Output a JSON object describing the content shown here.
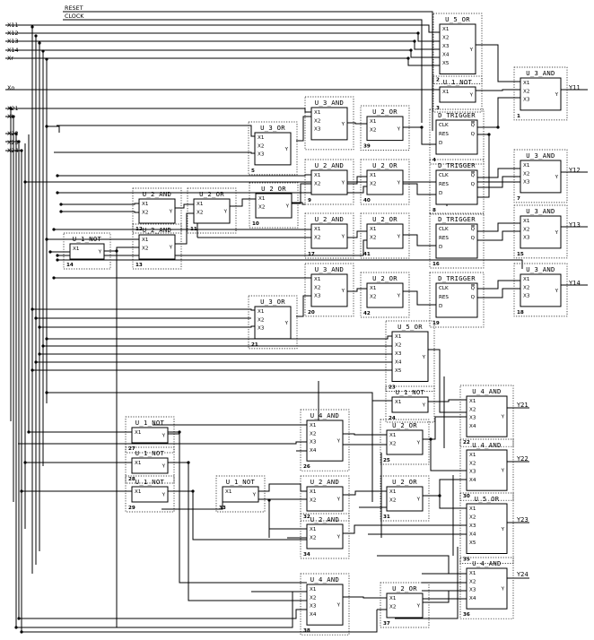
{
  "inputs": [
    "RESET",
    "CLOCK",
    "X11",
    "X12",
    "X13",
    "X14",
    "Xr",
    "Xo",
    "X21",
    "Xl",
    "X22",
    "X23",
    "X24"
  ],
  "outputs": [
    "Y11",
    "Y12",
    "Y13",
    "Y14",
    "Y21",
    "Y22",
    "Y23",
    "Y24"
  ],
  "pin_labels": {
    "and_or": [
      "X1",
      "X2",
      "X3",
      "X4",
      "X5"
    ],
    "trigger": [
      "CLK",
      "RES",
      "D"
    ],
    "y": "Y",
    "q": "Q",
    "qn": "Q"
  },
  "gates": [
    {
      "type": "U_5_OR",
      "num": "2"
    },
    {
      "type": "U_3_AND",
      "num": "1"
    },
    {
      "type": "U_1_NOT",
      "num": "3"
    },
    {
      "type": "U_3_AND",
      "num": ""
    },
    {
      "type": "U_2_OR",
      "num": "39"
    },
    {
      "type": "U_3_OR",
      "num": "5"
    },
    {
      "type": "D_TRIGGER",
      "num": "4"
    },
    {
      "type": "U_2_AND",
      "num": "9"
    },
    {
      "type": "U_2_OR",
      "num": "40"
    },
    {
      "type": "D_TRIGGER",
      "num": "8"
    },
    {
      "type": "U_3_AND",
      "num": "7"
    },
    {
      "type": "U_2_AND",
      "num": "12"
    },
    {
      "type": "U_2_OR",
      "num": "11"
    },
    {
      "type": "U_2_OR",
      "num": "10"
    },
    {
      "type": "U_1_NOT",
      "num": "14"
    },
    {
      "type": "U_2_AND",
      "num": "13"
    },
    {
      "type": "U_2_AND",
      "num": "17"
    },
    {
      "type": "U_2_OR",
      "num": "41"
    },
    {
      "type": "D_TRIGGER",
      "num": "16"
    },
    {
      "type": "U_3_AND",
      "num": "15"
    },
    {
      "type": "U_3_AND",
      "num": "20"
    },
    {
      "type": "U_2_OR",
      "num": "42"
    },
    {
      "type": "D_TRIGGER",
      "num": "19"
    },
    {
      "type": "U_3_AND",
      "num": "18"
    },
    {
      "type": "U_3_OR",
      "num": "21"
    },
    {
      "type": "U_5_OR",
      "num": "23"
    },
    {
      "type": "U_1_NOT",
      "num": "24"
    },
    {
      "type": "U_4_AND",
      "num": "22"
    },
    {
      "type": "U_1_NOT",
      "num": "27"
    },
    {
      "type": "U_4_AND",
      "num": "26"
    },
    {
      "type": "U_2_OR",
      "num": "25"
    },
    {
      "type": "U_1_NOT",
      "num": "28"
    },
    {
      "type": "U_4_AND",
      "num": "30"
    },
    {
      "type": "U_1_NOT",
      "num": "29"
    },
    {
      "type": "U_1_NOT",
      "num": "33"
    },
    {
      "type": "U_2_AND",
      "num": "32"
    },
    {
      "type": "U_2_OR",
      "num": "31"
    },
    {
      "type": "U_5_OR",
      "num": "35"
    },
    {
      "type": "U_2_AND",
      "num": "34"
    },
    {
      "type": "U_4_AND",
      "num": "36"
    },
    {
      "type": "U_4_AND",
      "num": "38"
    },
    {
      "type": "U_2_OR",
      "num": "37"
    }
  ]
}
